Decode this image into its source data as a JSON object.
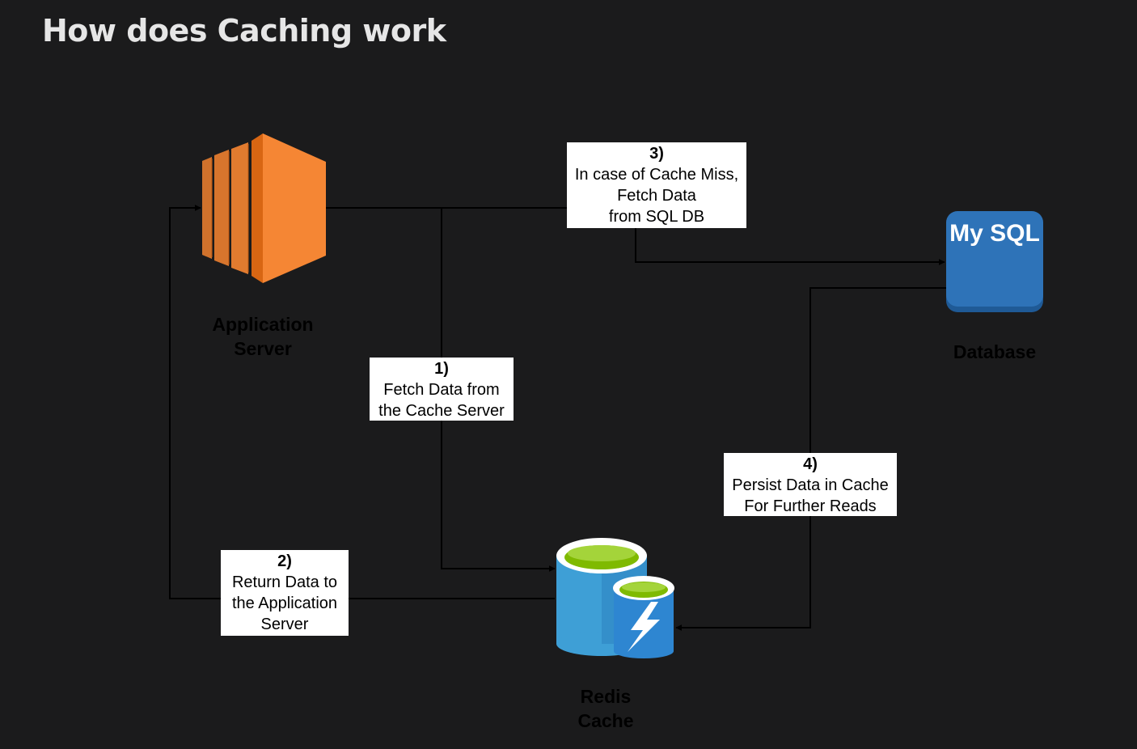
{
  "page": {
    "title": "How does Caching work"
  },
  "nodes": {
    "app_server": {
      "caption_lines": [
        "Application",
        "Server"
      ],
      "icon": "ec2-instance-icon",
      "color": "#f58634"
    },
    "database": {
      "caption_lines": [
        "Database"
      ],
      "icon_text": "My SQL",
      "icon": "mysql-database-icon",
      "color": "#2e73b8"
    },
    "redis_cache": {
      "caption_lines": [
        "Redis",
        "Cache"
      ],
      "icon": "redis-cache-icon",
      "color": "#3e9fd6",
      "accent": "#7fba00"
    }
  },
  "steps": [
    {
      "step": "1)",
      "lines": [
        "Fetch Data from",
        "the Cache Server"
      ]
    },
    {
      "step": "2)",
      "lines": [
        "Return Data to",
        "the Application",
        "Server"
      ]
    },
    {
      "step": "3)",
      "lines": [
        "In case of Cache Miss,",
        "Fetch Data",
        "from SQL DB"
      ]
    },
    {
      "step": "4)",
      "lines": [
        "Persist Data in Cache",
        "For Further Reads"
      ]
    }
  ],
  "colors": {
    "background": "#1b1b1c",
    "title": "#e6e6e6",
    "connector": "#000000",
    "label_background": "#ffffff"
  }
}
